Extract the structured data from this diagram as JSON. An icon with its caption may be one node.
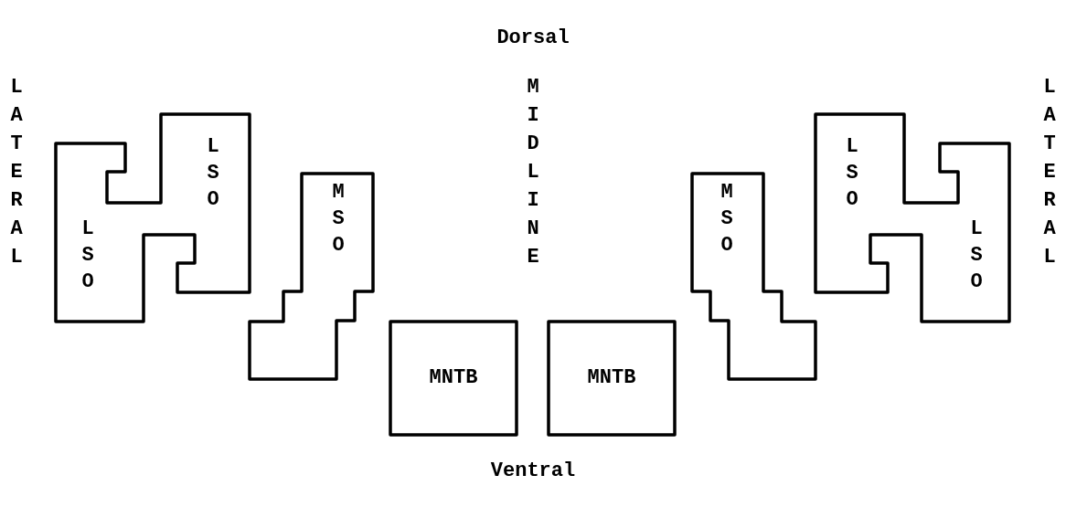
{
  "diagram": {
    "nodes": [
      {
        "text": [
          "LSO",
          "LSO"
        ]
      },
      {
        "text": [
          "MSO"
        ]
      },
      {
        "text": [
          "MNTB"
        ]
      },
      {
        "text": [
          "MNTB"
        ]
      },
      {
        "text": [
          "MSO"
        ]
      },
      {
        "text": [
          "LSO",
          "LSO"
        ]
      }
    ],
    "labels": [
      "Dorsal",
      "LATERAL",
      "MIDLINE",
      "LATERAL",
      "Ventral"
    ]
  }
}
